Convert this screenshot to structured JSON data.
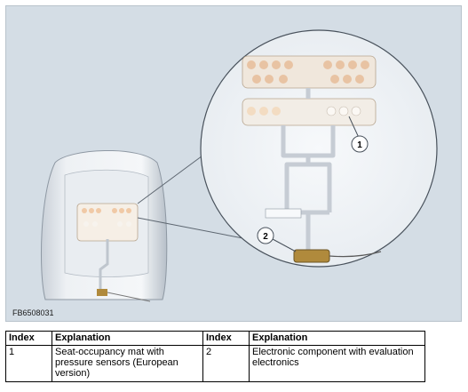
{
  "figure": {
    "code": "FB6508031",
    "callouts": [
      "1",
      "2"
    ],
    "colors": {
      "background": "#d4dde5",
      "seat": "#f2f4f6",
      "mat_trace": "#c6ccd4",
      "sensor_warm": "#f0c9a6",
      "sensor_cool": "#f7f3ee"
    }
  },
  "legend": {
    "headers": [
      "Index",
      "Explanation",
      "Index",
      "Explanation"
    ],
    "rows": [
      {
        "index_a": "1",
        "explanation_a": "Seat-occupancy mat with pressure sensors (European version)",
        "index_b": "2",
        "explanation_b": "Electronic component with evaluation electronics"
      }
    ]
  }
}
